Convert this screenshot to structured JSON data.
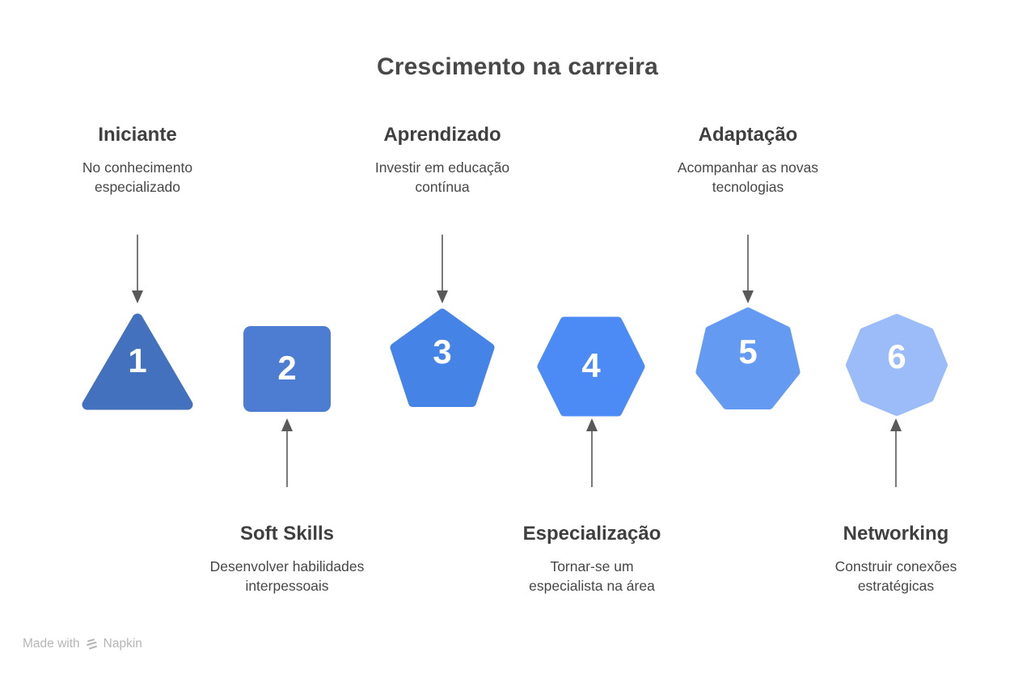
{
  "title": "Crescimento na carreira",
  "steps": [
    {
      "number": "1",
      "shape": "triangle",
      "color": "#4471BE",
      "label": "Iniciante",
      "description": "No conhecimento especializado",
      "label_position": "top"
    },
    {
      "number": "2",
      "shape": "square",
      "color": "#4D7DD3",
      "label": "Soft Skills",
      "description": "Desenvolver habilidades interpessoais",
      "label_position": "bottom"
    },
    {
      "number": "3",
      "shape": "pentagon",
      "color": "#4583E7",
      "label": "Aprendizado",
      "description": "Investir em educação contínua",
      "label_position": "top"
    },
    {
      "number": "4",
      "shape": "hexagon",
      "color": "#4C8BF5",
      "label": "Especialização",
      "description": "Tornar-se um especialista na área",
      "label_position": "bottom"
    },
    {
      "number": "5",
      "shape": "heptagon",
      "color": "#649AF2",
      "label": "Adaptação",
      "description": "Acompanhar as novas tecnologias",
      "label_position": "top"
    },
    {
      "number": "6",
      "shape": "octagon",
      "color": "#9BBCF8",
      "label": "Networking",
      "description": "Construir conexões estratégicas",
      "label_position": "bottom"
    }
  ],
  "footer": {
    "made_with": "Made with",
    "brand": "Napkin"
  },
  "colors": {
    "background": "#ffffff",
    "title_text": "#484848",
    "label_text": "#3f3f3f",
    "description_text": "#474747",
    "arrow": "#595959",
    "footer_text": "#b5b5b5"
  }
}
